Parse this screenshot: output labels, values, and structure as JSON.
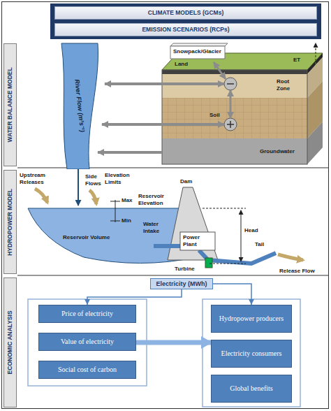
{
  "diagram": {
    "nodes": [
      {
        "text": [
          "CLIMATE MODELS (GCMs)"
        ]
      },
      {
        "text": [
          "EMISSION SCENARIOS (RCPs)"
        ]
      },
      {
        "text": [
          "WATER BALANCE MODEL"
        ]
      },
      {
        "text": [
          "River Flow (m³s⁻¹)"
        ]
      },
      {
        "text": [
          "HYDROPOWER MODEL"
        ]
      },
      {
        "text": [
          "Electricity (MWh)"
        ]
      },
      {
        "text": [
          "ECONOMIC ANALYSIS"
        ]
      },
      {
        "text": [
          "Price of electricity"
        ]
      },
      {
        "text": [
          "Value of electricity"
        ]
      },
      {
        "text": [
          "Social cost of carbon"
        ]
      },
      {
        "text": [
          "Hydropower producers"
        ]
      },
      {
        "text": [
          "Electricity consumers"
        ]
      },
      {
        "text": [
          "Global benefits"
        ]
      }
    ],
    "edges": [
      {
        "from": 5,
        "to": 7,
        "arrow": "to"
      },
      {
        "from": 5,
        "to": 10,
        "arrow": "to"
      },
      {
        "from": 8,
        "to": 11,
        "arrow": "to"
      }
    ],
    "labels": [
      "Snowpack/Glacier",
      "Land",
      "Root Zone",
      "Soil",
      "Groundwater",
      "ET",
      "Upstream Releases",
      "Side Flows",
      "Elevation Limits",
      "Max",
      "Min",
      "Reservoir Elevation",
      "Dam",
      "Head",
      "Reservoir Volume",
      "Water Intake",
      "Power Plant",
      "Tail",
      "Release Flow",
      "Turbine"
    ]
  }
}
